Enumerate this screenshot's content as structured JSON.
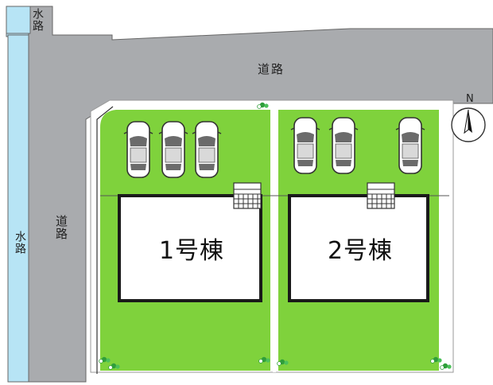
{
  "labels": {
    "waterway_top": "水路",
    "waterway_left": "水路",
    "road_top": "道路",
    "road_left": "道路",
    "compass_n": "N"
  },
  "buildings": [
    {
      "label": "1号棟"
    },
    {
      "label": "2号棟"
    }
  ],
  "colors": {
    "road": "#a9abae",
    "waterway": "#b7e4f5",
    "lawn": "#7fd23c",
    "building_fill": "#ffffff",
    "building_border": "#1a1a1a"
  },
  "icons": [
    "car-icon",
    "stairs-icon",
    "compass-icon",
    "shrub-icon"
  ]
}
